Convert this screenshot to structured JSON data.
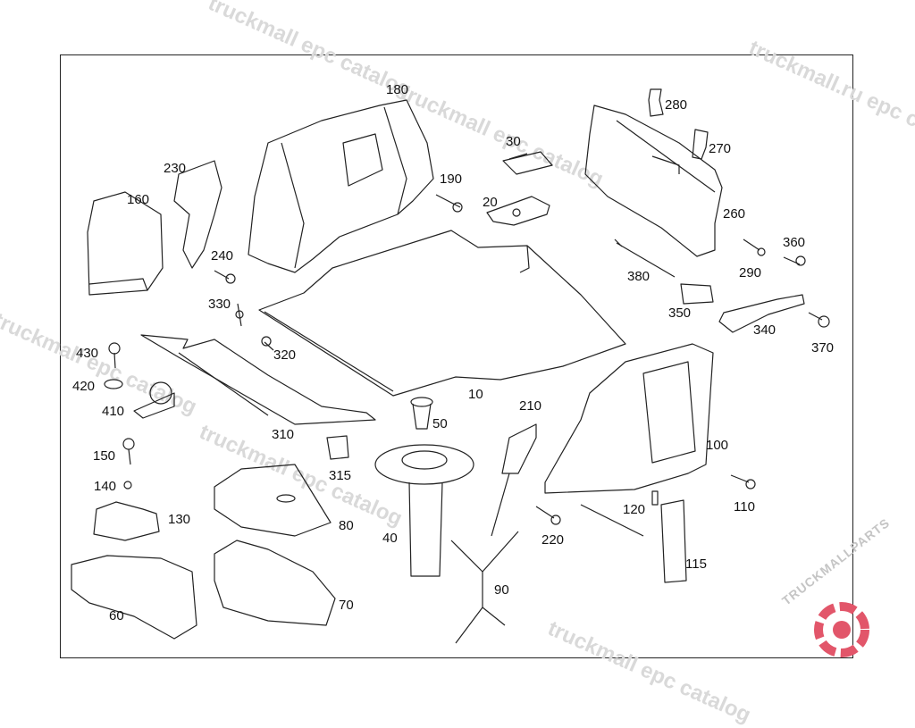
{
  "diagram": {
    "watermark": "truckmall epc catalog",
    "watermark_alt": "truckmall.ru epc catalog",
    "brand": "TRUCKMALLPARTS",
    "parts": [
      {
        "id": "p180",
        "label": "180"
      },
      {
        "id": "p280",
        "label": "280"
      },
      {
        "id": "p270",
        "label": "270"
      },
      {
        "id": "p30",
        "label": "30"
      },
      {
        "id": "p230",
        "label": "230"
      },
      {
        "id": "p190",
        "label": "190"
      },
      {
        "id": "p160",
        "label": "160"
      },
      {
        "id": "p20",
        "label": "20"
      },
      {
        "id": "p260",
        "label": "260"
      },
      {
        "id": "p360",
        "label": "360"
      },
      {
        "id": "p240",
        "label": "240"
      },
      {
        "id": "p290",
        "label": "290"
      },
      {
        "id": "p380",
        "label": "380"
      },
      {
        "id": "p330",
        "label": "330"
      },
      {
        "id": "p350",
        "label": "350"
      },
      {
        "id": "p340",
        "label": "340"
      },
      {
        "id": "p370",
        "label": "370"
      },
      {
        "id": "p430",
        "label": "430"
      },
      {
        "id": "p320",
        "label": "320"
      },
      {
        "id": "p420",
        "label": "420"
      },
      {
        "id": "p10",
        "label": "10"
      },
      {
        "id": "p410",
        "label": "410"
      },
      {
        "id": "p210",
        "label": "210"
      },
      {
        "id": "p50",
        "label": "50"
      },
      {
        "id": "p310",
        "label": "310"
      },
      {
        "id": "p100",
        "label": "100"
      },
      {
        "id": "p150",
        "label": "150"
      },
      {
        "id": "p315",
        "label": "315"
      },
      {
        "id": "p140",
        "label": "140"
      },
      {
        "id": "p110",
        "label": "110"
      },
      {
        "id": "p120",
        "label": "120"
      },
      {
        "id": "p130",
        "label": "130"
      },
      {
        "id": "p80",
        "label": "80"
      },
      {
        "id": "p220",
        "label": "220"
      },
      {
        "id": "p40",
        "label": "40"
      },
      {
        "id": "p115",
        "label": "115"
      },
      {
        "id": "p60",
        "label": "60"
      },
      {
        "id": "p90",
        "label": "90"
      },
      {
        "id": "p70",
        "label": "70"
      }
    ]
  }
}
